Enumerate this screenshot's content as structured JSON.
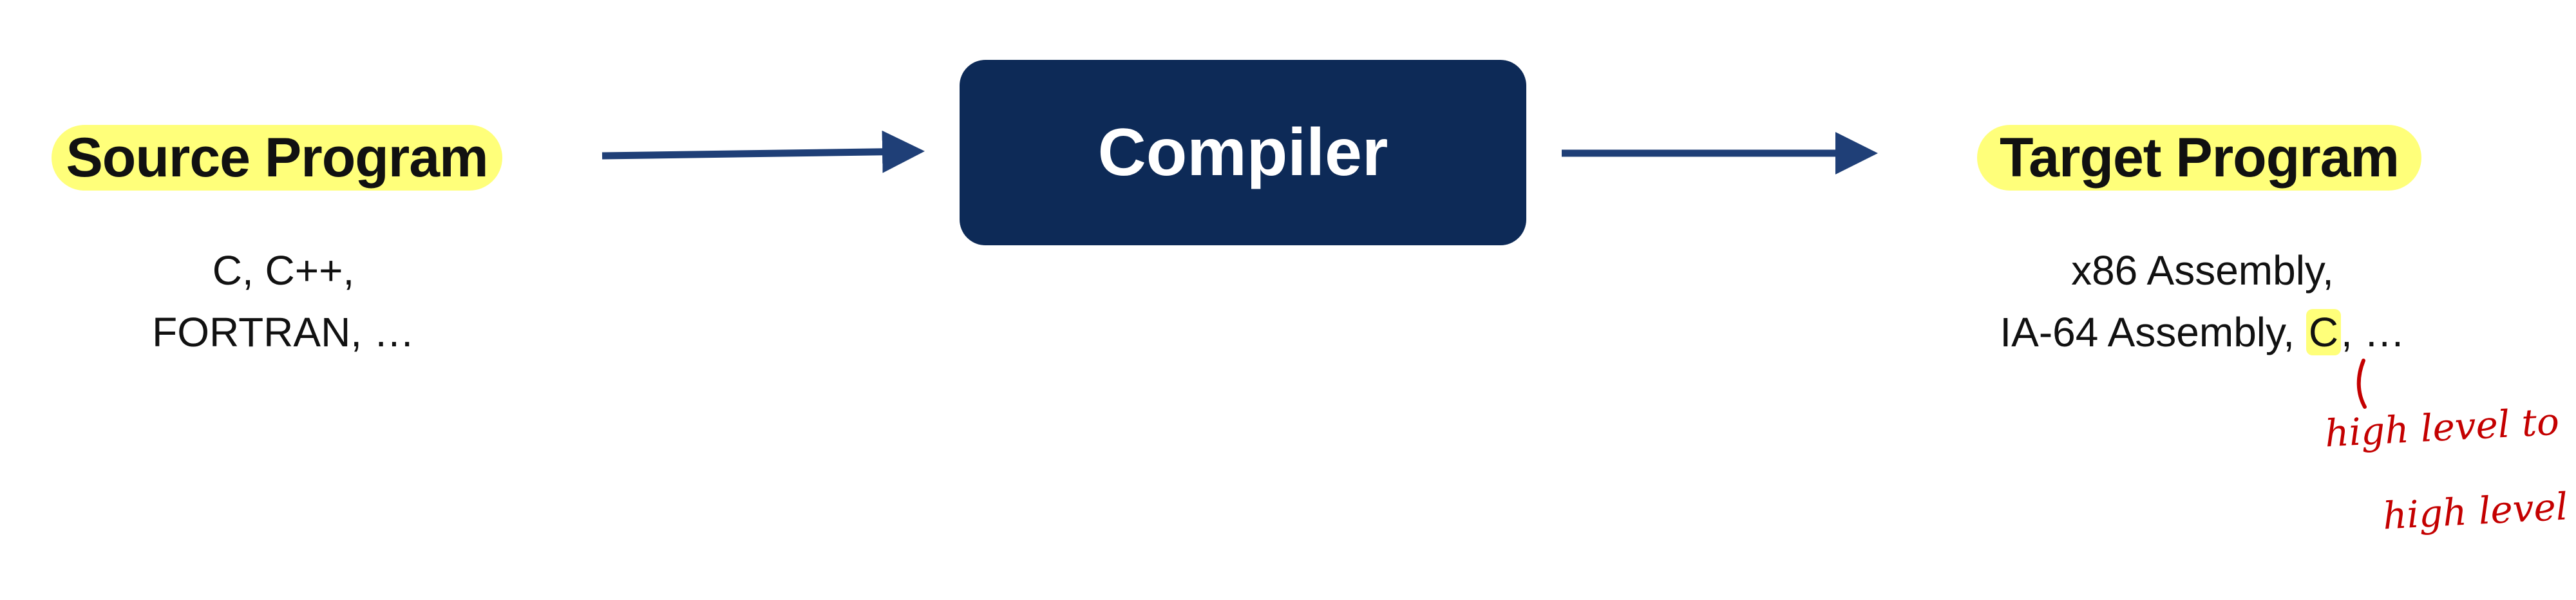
{
  "source": {
    "title": "Source Program",
    "languages": [
      "C, C++,",
      "FORTRAN, …"
    ]
  },
  "compiler": {
    "label": "Compiler"
  },
  "target": {
    "title": "Target Program",
    "line1": "x86 Assembly,",
    "line2_prefix": "IA-64 Assembly, ",
    "line2_highlight": "C",
    "line2_suffix": ", …"
  },
  "annotation": {
    "line1": "high level  to",
    "line2": "high level"
  },
  "colors": {
    "highlight": "#ffff7a",
    "navy": "#0d2a57",
    "arrow": "#1f3f77",
    "ink": "#c40000",
    "text": "#111111"
  }
}
